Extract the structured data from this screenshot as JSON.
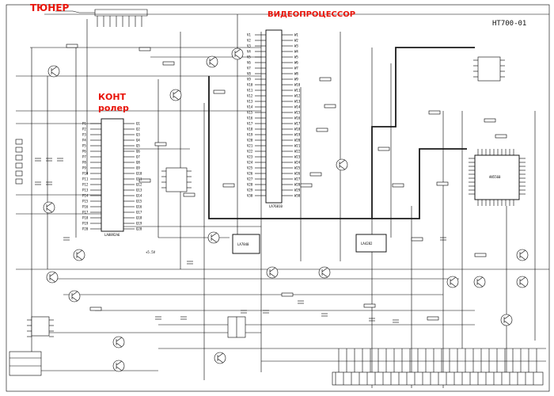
{
  "annotations": {
    "tuner": "ТЮНЕР",
    "video_processor": "ВИДЕОПРОЦЕССОР",
    "controller_line1": "КОНТ",
    "controller_line2": "ролер"
  },
  "model_label": "HT700-01",
  "component_labels": {
    "controller_ic": "LA8892A6",
    "video_ic": "LA76810",
    "mux_ic": "AN5560",
    "jungle_ic": "LA7840",
    "audio_ic": "LA4282",
    "regulator": "+5.5V"
  },
  "colors": {
    "annotation": "#e8140a",
    "wire": "#000000",
    "bus": "#1a1a1a"
  }
}
